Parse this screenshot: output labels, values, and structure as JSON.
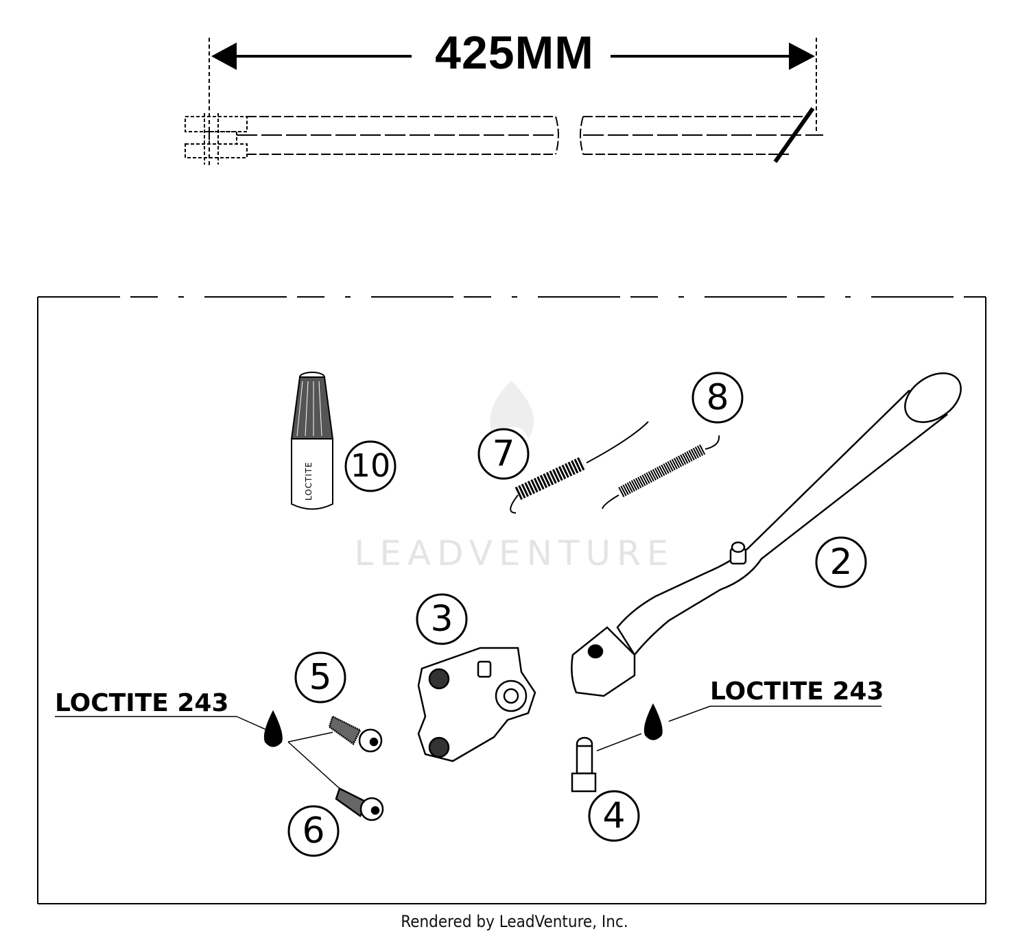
{
  "dimension": {
    "label": "425MM"
  },
  "callouts": [
    {
      "id": "2",
      "label": "2"
    },
    {
      "id": "3",
      "label": "3"
    },
    {
      "id": "4",
      "label": "4"
    },
    {
      "id": "5",
      "label": "5"
    },
    {
      "id": "6",
      "label": "6"
    },
    {
      "id": "7",
      "label": "7"
    },
    {
      "id": "8",
      "label": "8"
    },
    {
      "id": "10",
      "label": "10"
    }
  ],
  "notes": {
    "left": "LOCTITE 243",
    "right": "LOCTITE 243"
  },
  "bottle_label": "LOCTITE",
  "watermark": "LEADVENTURE",
  "footer": "Rendered by LeadVenture, Inc."
}
